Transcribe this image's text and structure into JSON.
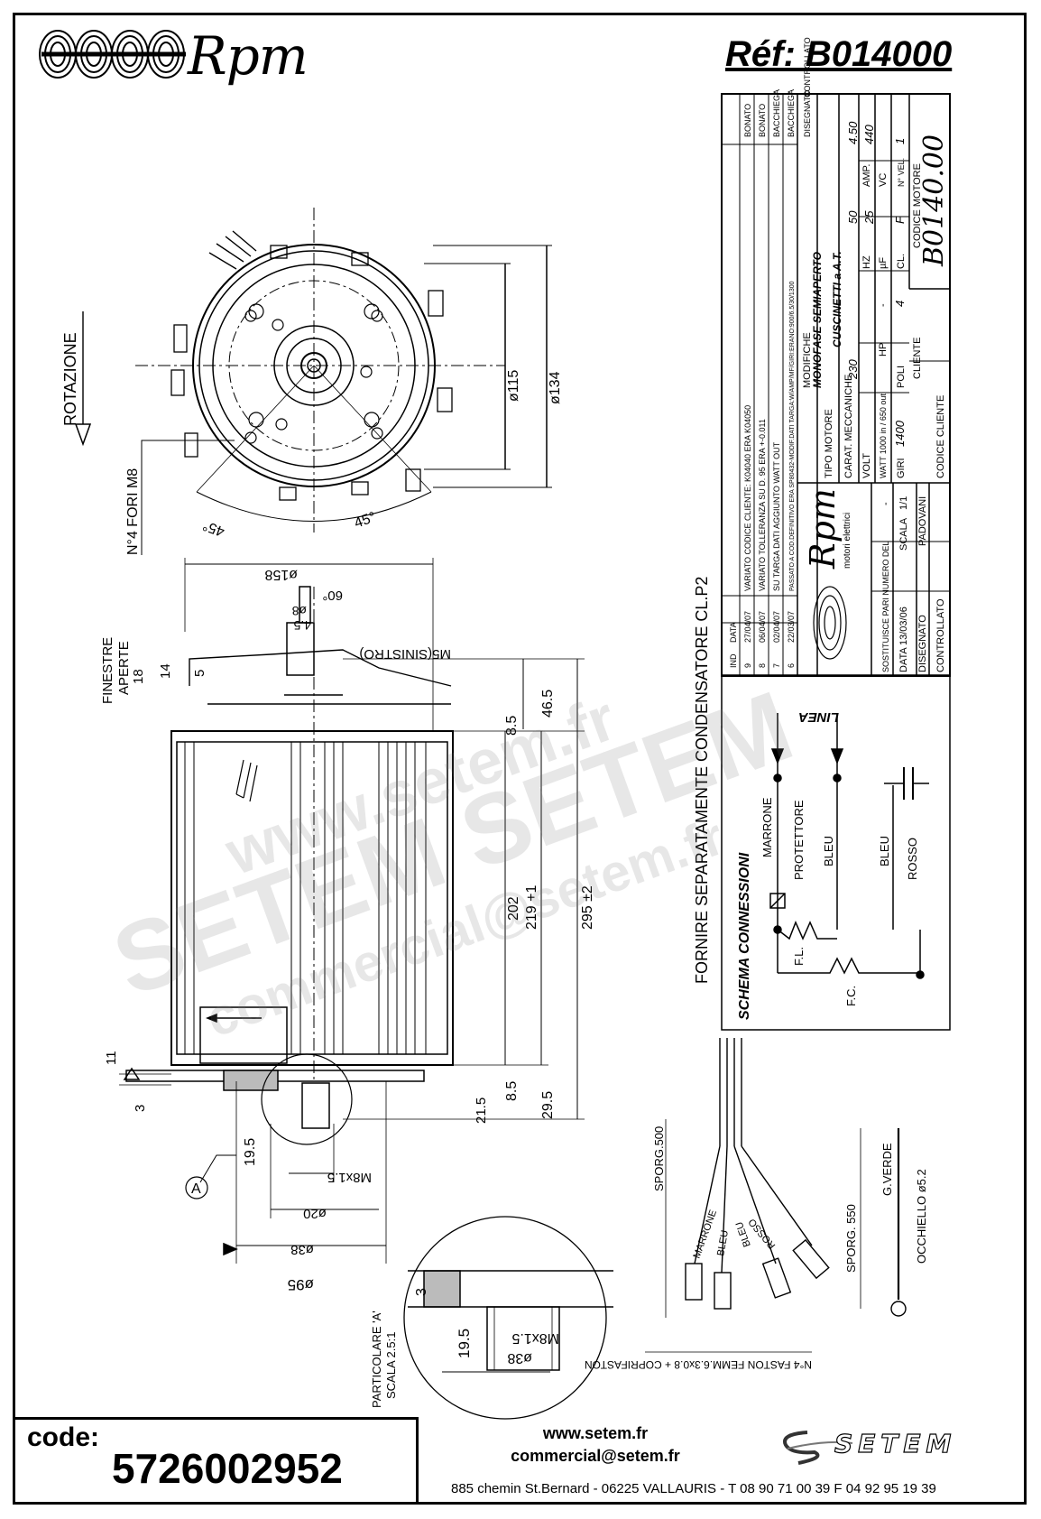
{
  "header": {
    "brand": "Rpm",
    "reference": "Réf:  B014000"
  },
  "footer": {
    "code_label": "code:",
    "code_value": "5726002952",
    "website": "www.setem.fr",
    "email": "commercial@setem.fr",
    "address": "885 chemin St.Bernard  -  06225 VALLAURIS  -  T 08 90 71 00 39  F 04 92 95 19 39",
    "setem_logo_text": "SETEM"
  },
  "watermark": {
    "line1": "www.setem.fr",
    "line2": "SETEM SETEM",
    "line3": "commercial@setem.fr"
  },
  "drawing": {
    "rotation_label": "ROTAZIONE",
    "holes_label": "N°4 FORI M8",
    "angle_left": "45°",
    "angle_right": "45°",
    "dim_115": "ø115",
    "dim_134": "ø134",
    "dim_158": "ø158",
    "dim_60": "60°",
    "dim_8": "ø8",
    "dim_4_5": "4.5",
    "dim_m5": "M5(SINISTRO)",
    "windows_label_1": "FINESTRE",
    "windows_label_2": "APERTE",
    "dim_18": "18",
    "dim_14": "14",
    "dim_5": "5",
    "dim_8_5_top": "8.5",
    "dim_46_5": "46.5",
    "dim_202": "202",
    "dim_219": "219 +1",
    "dim_295": "295 ±2",
    "dim_8_5_bot": "8.5",
    "dim_29_5": "29.5",
    "dim_21_5": "21.5",
    "dim_11": "11",
    "dim_3": "3",
    "dim_19_5": "19.5",
    "dim_m8": "M8x1.5",
    "dim_20": "ø20",
    "dim_38": "ø38",
    "dim_95": "ø95",
    "detail_marker": "A",
    "detail_label_1": "PARTICOLARE 'A'",
    "detail_label_2": "SCALA 2.5:1",
    "detail_19_5": "19.5",
    "detail_3": "3",
    "detail_m8": "M8x1.5",
    "detail_38": "ø38",
    "capacitor_note": "FORNIRE SEPARATAMENTE CONDENSATORE CL.P2",
    "wires": {
      "sporg_500": "SPORG.500",
      "marrone": "MARRONE",
      "bleu1": "BLEU",
      "bleu2": "BLEU",
      "rosso": "ROSSO",
      "fastons": "N°4 FASTON FEMM.6.3x0.8 + COPRIFASTON",
      "sporg_550": "SPORG. 550",
      "g_verde": "G.VERDE",
      "occhiello": "OCCHIELLO ø5.2"
    },
    "schema": {
      "title": "SCHEMA CONNESSIONI",
      "linea": "LINEA",
      "marrone": "MARRONE",
      "protettore": "PROTETTORE",
      "bleu1": "BLEU",
      "bleu2": "BLEU",
      "rosso": "ROSSO",
      "fl": "F.L.",
      "fc": "F.C."
    }
  },
  "title_block": {
    "modifiche": [
      {
        "ind": "9",
        "data": "27/04/07",
        "text": "VARIATO CODICE CLIENTE: K04040 ERA K04050",
        "sig": "BONATO"
      },
      {
        "ind": "8",
        "data": "06/04/07",
        "text": "VARIATO TOLLERANZA SU D. 95 ERA +-0.011",
        "sig": "BONATO"
      },
      {
        "ind": "7",
        "data": "02/04/07",
        "text": "SU TARGA DATI AGGIUNTO WATT OUT",
        "sig": "BACCHIEGA"
      },
      {
        "ind": "6",
        "data": "22/03/07",
        "text": "PASSATO A COD.DEFINITIVO ERA SP80432-MODIF.DATI TARGA:W/AMP/MF/GIRI:ERANO:900/6.5/30/1300",
        "sig": "BACCHIEGA"
      }
    ],
    "header_ind": "IND",
    "header_data": "DATA",
    "header_modifiche": "MODIFICHE",
    "header_disegnato": "DISEGNATO",
    "header_controllato": "CONTROLLATO",
    "rpm_logo": "Rpm",
    "rpm_sub": "motori elettrici",
    "sostituisce": "SOSTITUISCE PARI NUMERO DEL",
    "sostituisce_val": "-",
    "data_label": "DATA",
    "data_value": "13/03/06",
    "scala_label": "SCALA",
    "scala_value": "1/1",
    "disegnato_label": "DISEGNATO",
    "disegnato_value": "PADOVANI",
    "controllato_label": "CONTROLLATO",
    "tipo_motore_label": "TIPO MOTORE",
    "tipo_motore_value": "MONOFASE SEMIAPERTO",
    "carat_label": "CARAT. MECCANICHE",
    "carat_value": "CUSCINETTI a A.T.",
    "volt_label": "VOLT",
    "volt_value": "230",
    "hz_label": "HZ",
    "hz_value": "50",
    "amp_label": "AMP.",
    "amp_value": "4.50",
    "watt_label": "WATT 1000 in / 650 out",
    "hp_label": "HP",
    "hp_value": "-",
    "uf_label": "µF",
    "uf_value": "25",
    "vc_label": "VC",
    "vc_value": "440",
    "giri_label": "GIRI",
    "giri_value": "1400",
    "poli_label": "POLI",
    "poli_value": "4",
    "cl_label": "CL.",
    "cl_value": "F",
    "nvel_label": "N° VEL.",
    "nvel_value": "1",
    "cliente_label": "CLIENTE",
    "codice_cliente_label": "CODICE CLIENTE",
    "codice_motore_label": "CODICE MOTORE",
    "codice_motore_value": "B0140.00"
  }
}
